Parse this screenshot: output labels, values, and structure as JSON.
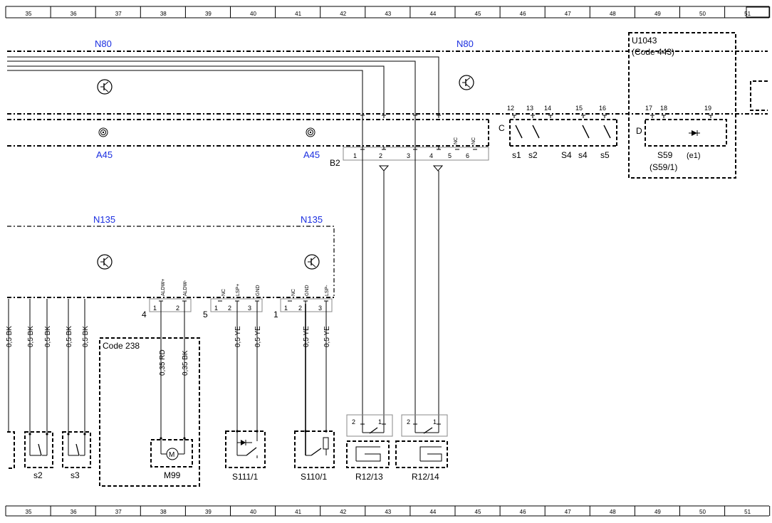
{
  "ruler": {
    "top": [
      "35",
      "36",
      "37",
      "38",
      "39",
      "40",
      "41",
      "42",
      "43",
      "44",
      "45",
      "46",
      "47",
      "48",
      "49",
      "50",
      "51"
    ],
    "bottom": [
      "35",
      "36",
      "37",
      "38",
      "39",
      "40",
      "41",
      "42",
      "43",
      "44",
      "45",
      "46",
      "47",
      "48",
      "49",
      "50",
      "51"
    ]
  },
  "modules": {
    "n80_left": "N80",
    "n80_right": "N80",
    "a45_left": "A45",
    "a45_right": "A45",
    "n135_left": "N135",
    "n135_right": "N135",
    "u1043_line1": "U1043",
    "u1043_line2": "(Code 443)",
    "code238": "Code 238"
  },
  "connectors": {
    "b2": {
      "label": "B2",
      "pins": [
        "1",
        "2",
        "3",
        "4",
        "5",
        "6"
      ],
      "nc_pins": [
        "NC",
        "NC"
      ]
    },
    "c": {
      "label": "C",
      "pins": [
        "12",
        "13",
        "14",
        "15",
        "16"
      ],
      "switches": [
        "s1",
        "s2",
        "S4",
        "s4",
        "s5"
      ]
    },
    "d": {
      "label": "D",
      "pins": [
        "17",
        "18",
        "19"
      ],
      "s59": "S59",
      "s59_sub": "(S59/1)",
      "e1": "(e1)"
    },
    "conn4": {
      "label": "4",
      "pins": [
        "1",
        "2"
      ],
      "signals": [
        "ALDW+",
        "ALDW-"
      ]
    },
    "conn5": {
      "label": "5",
      "pins": [
        "1",
        "2",
        "3"
      ],
      "signals": [
        "NC",
        "LSP+",
        "GND"
      ]
    },
    "conn1": {
      "label": "1",
      "pins": [
        "1",
        "2",
        "3"
      ],
      "signals": [
        "NC",
        "GND",
        "LSP-"
      ]
    }
  },
  "wires": {
    "w1": "0,5 BK",
    "w2": "0,5 BK",
    "w3": "0,5 BK",
    "w4": "0,5 BK",
    "w5": "0,5 BK",
    "w6": "0,35 RD",
    "w7": "0,35 BK",
    "w8": "0,5 YE",
    "w9": "0,5 YE",
    "w10": "0,5 YE",
    "w11": "0,5 YE"
  },
  "components": {
    "s2": "s2",
    "s3": "s3",
    "m99": "M99",
    "motor_symbol": "M",
    "s111": "S111/1",
    "s110": "S110/1",
    "r12_13": "R12/13",
    "r12_14": "R12/14",
    "r12_13_pins": [
      "2",
      "1"
    ],
    "r12_14_pins": [
      "2",
      "1"
    ]
  },
  "icons": [
    "transistor-icon",
    "spiral-icon",
    "motor-icon",
    "diode-icon",
    "switch-icon",
    "heater-icon",
    "ground-icon"
  ]
}
